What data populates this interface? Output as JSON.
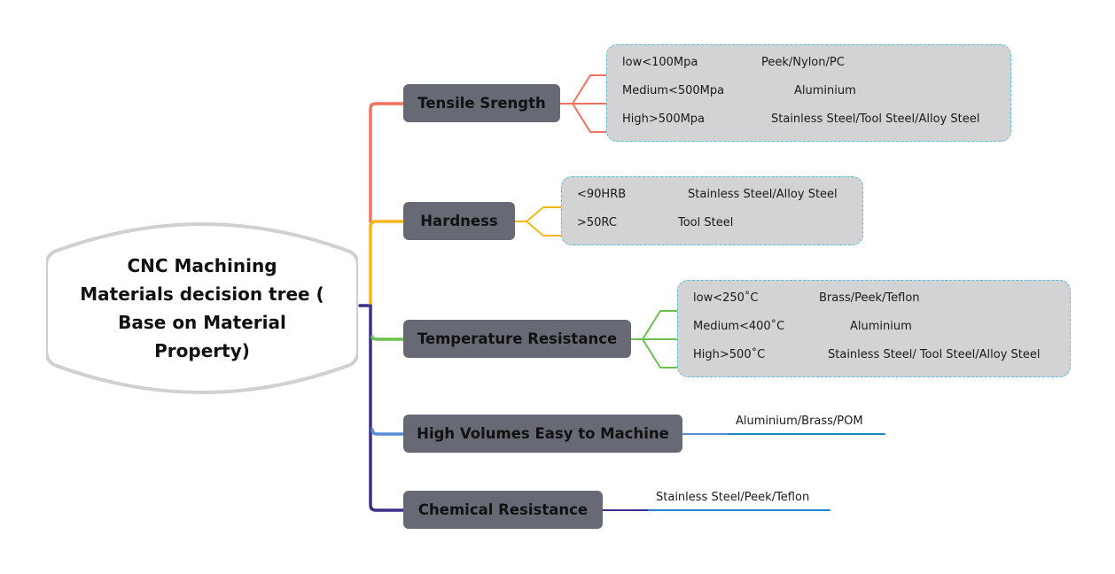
{
  "title": "CNC Machining Materials decision tree ( Base on Material Property)",
  "root": {
    "label_lines": [
      "CNC Machining",
      "Materials decision tree (",
      "Base on Material",
      "Property)"
    ]
  },
  "colors": {
    "tensile": "#f47160",
    "hardness": "#f8b515",
    "temperature": "#6cc04f",
    "volumes": "#558ed5",
    "chemical": "#3b2f8c",
    "trunk": "#3b2f8c",
    "leaf_underline": "#1b86d0",
    "node_fill": "#676a74",
    "group_fill": "#d3d3d5",
    "group_border": "#58c3d6"
  },
  "branches": [
    {
      "id": "tensile",
      "label": "Tensile Srength",
      "children": [
        {
          "condition": "low<100Mpa",
          "materials": "Peek/Nylon/PC"
        },
        {
          "condition": "Medium<500Mpa",
          "materials": "Aluminium"
        },
        {
          "condition": "High>500Mpa",
          "materials": "Stainless Steel/Tool Steel/Alloy Steel"
        }
      ]
    },
    {
      "id": "hardness",
      "label": "Hardness",
      "children": [
        {
          "condition": "<90HRB",
          "materials": "Stainless Steel/Alloy Steel"
        },
        {
          "condition": ">50RC",
          "materials": "Tool Steel"
        }
      ]
    },
    {
      "id": "temperature",
      "label": "Temperature Resistance",
      "children": [
        {
          "condition": "low<250˚C",
          "materials": "Brass/Peek/Teflon"
        },
        {
          "condition": "Medium<400˚C",
          "materials": "Aluminium"
        },
        {
          "condition": "High>500˚C",
          "materials": "Stainless Steel/ Tool Steel/Alloy Steel"
        }
      ]
    },
    {
      "id": "volumes",
      "label": "High Volumes Easy to Machine",
      "materials": "Aluminium/Brass/POM"
    },
    {
      "id": "chemical",
      "label": "Chemical Resistance",
      "materials": "Stainless Steel/Peek/Teflon"
    }
  ]
}
